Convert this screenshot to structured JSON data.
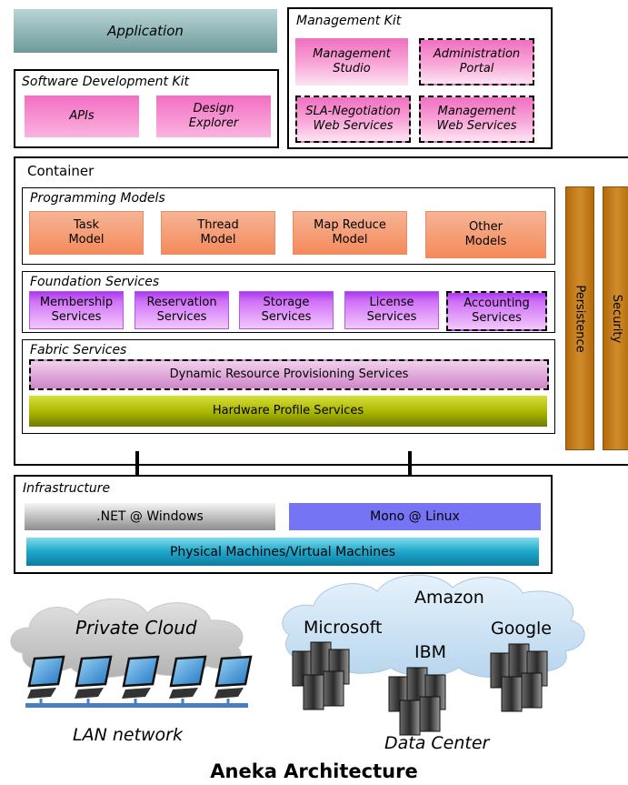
{
  "application": {
    "label": "Application"
  },
  "management_kit": {
    "title": "Management Kit",
    "items": [
      "Management\nStudio",
      "Administration\nPortal",
      "SLA-Negotiation\nWeb Services",
      "Management\nWeb Services"
    ]
  },
  "sdk": {
    "title": "Software Development Kit",
    "items": [
      "APIs",
      "Design\nExplorer"
    ]
  },
  "container": {
    "title": "Container",
    "programming_models": {
      "title": "Programming Models",
      "items": [
        "Task\nModel",
        "Thread\nModel",
        "Map Reduce\nModel",
        "Other\nModels"
      ]
    },
    "foundation_services": {
      "title": "Foundation Services",
      "items": [
        "Membership\nServices",
        "Reservation\nServices",
        "Storage\nServices",
        "License\nServices",
        "Accounting\nServices"
      ]
    },
    "fabric_services": {
      "title": "Fabric Services",
      "dynamic": "Dynamic Resource Provisioning Services",
      "hardware": "Hardware Profile Services"
    },
    "persistence": "Persistence",
    "security": "Security"
  },
  "infrastructure": {
    "title": "Infrastructure",
    "dotnet": ".NET @ Windows",
    "mono": "Mono @ Linux",
    "physical": "Physical Machines/Virtual Machines"
  },
  "clouds": {
    "private_cloud": "Private Cloud",
    "lan": "LAN network",
    "amazon": "Amazon",
    "microsoft": "Microsoft",
    "google": "Google",
    "ibm": "IBM",
    "data_center": "Data Center"
  },
  "caption": "Aneka Architecture",
  "colors": {
    "pink": "#f36ec4",
    "orange": "#f58a5a",
    "purple": "#c05af0",
    "persistence": "#c77a12",
    "security": "#c77a12",
    "hardware": "#9cab00",
    "mono": "#6f6ff5",
    "physical": "#1aa0c8"
  }
}
